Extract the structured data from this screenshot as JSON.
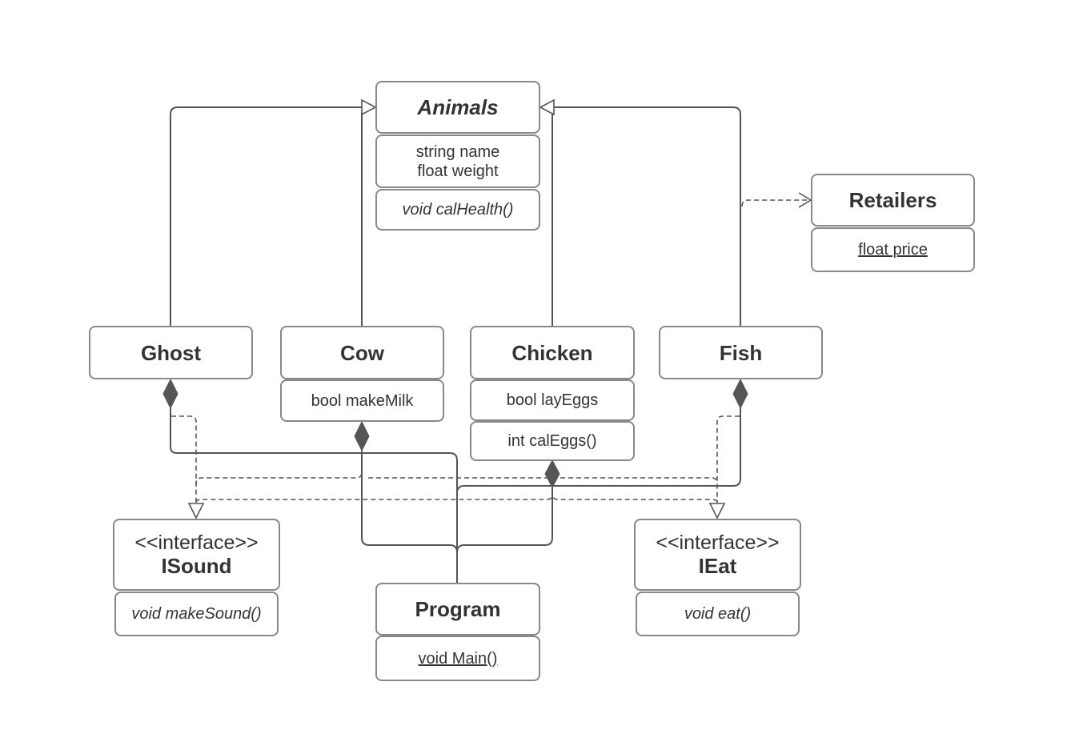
{
  "animals": {
    "title": "Animals",
    "attributes": [
      "string name",
      "float weight"
    ],
    "method": "void calHealth()"
  },
  "retailers": {
    "title": "Retailers",
    "attribute": "float price"
  },
  "ghost": {
    "title": "Ghost"
  },
  "cow": {
    "title": "Cow",
    "attribute": "bool makeMilk"
  },
  "chicken": {
    "title": "Chicken",
    "attribute": "bool layEggs",
    "method": "int calEggs()"
  },
  "fish": {
    "title": "Fish"
  },
  "isound": {
    "stereotype": "<<interface>>",
    "title": "ISound",
    "method": "void makeSound()"
  },
  "ieat": {
    "stereotype": "<<interface>>",
    "title": "IEat",
    "method": "void eat()"
  },
  "program": {
    "title": "Program",
    "method": "void Main()"
  },
  "colors": {
    "line": "#555555",
    "border": "#888888",
    "text": "#333333"
  }
}
